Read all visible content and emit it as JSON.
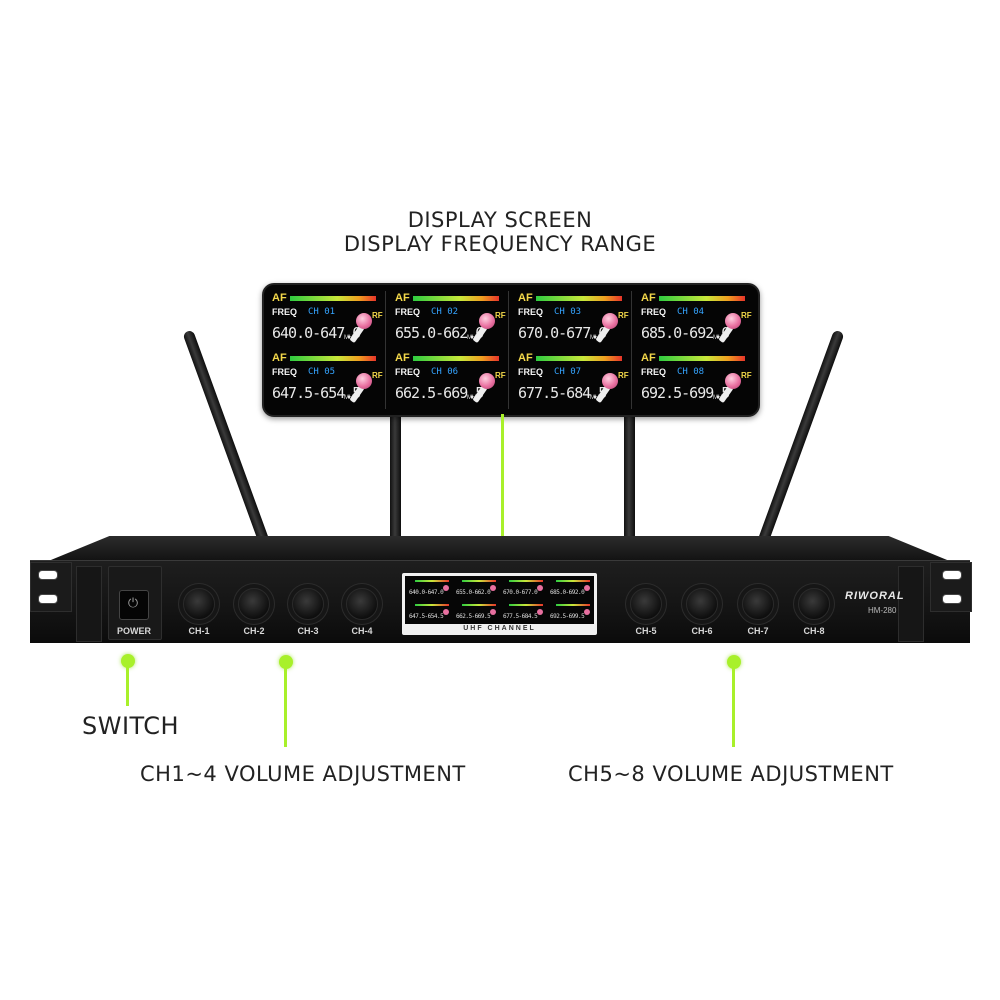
{
  "annotations": {
    "display_line1": "DISPLAY SCREEN",
    "display_line2": "DISPLAY FREQUENCY RANGE",
    "switch": "SWITCH",
    "ch1_4": "CH1~4 VOLUME ADJUSTMENT",
    "ch5_8": "CH5~8 VOLUME ADJUSTMENT"
  },
  "display": {
    "af_label": "AF",
    "freq_label": "FREQ",
    "rf_label": "RF",
    "mhz_label": "MHz",
    "channels": [
      {
        "ch": "CH 01",
        "range": "640.0-647.0"
      },
      {
        "ch": "CH 02",
        "range": "655.0-662.0"
      },
      {
        "ch": "CH 03",
        "range": "670.0-677.0"
      },
      {
        "ch": "CH 04",
        "range": "685.0-692.0"
      },
      {
        "ch": "CH 05",
        "range": "647.5-654.5"
      },
      {
        "ch": "CH 06",
        "range": "662.5-669.5"
      },
      {
        "ch": "CH 07",
        "range": "677.5-684.5"
      },
      {
        "ch": "CH 08",
        "range": "692.5-699.5"
      }
    ]
  },
  "receiver": {
    "power_label": "POWER",
    "knob_labels": [
      "CH-1",
      "CH-2",
      "CH-3",
      "CH-4",
      "CH-5",
      "CH-6",
      "CH-7",
      "CH-8"
    ],
    "screen_caption": "UHF CHANNEL",
    "brand": "RIWORAL",
    "model": "HM-280"
  },
  "colors": {
    "accent_green": "#a8f02a",
    "channel_blue": "#35a4ff",
    "af_yellow": "#f3d84a"
  }
}
